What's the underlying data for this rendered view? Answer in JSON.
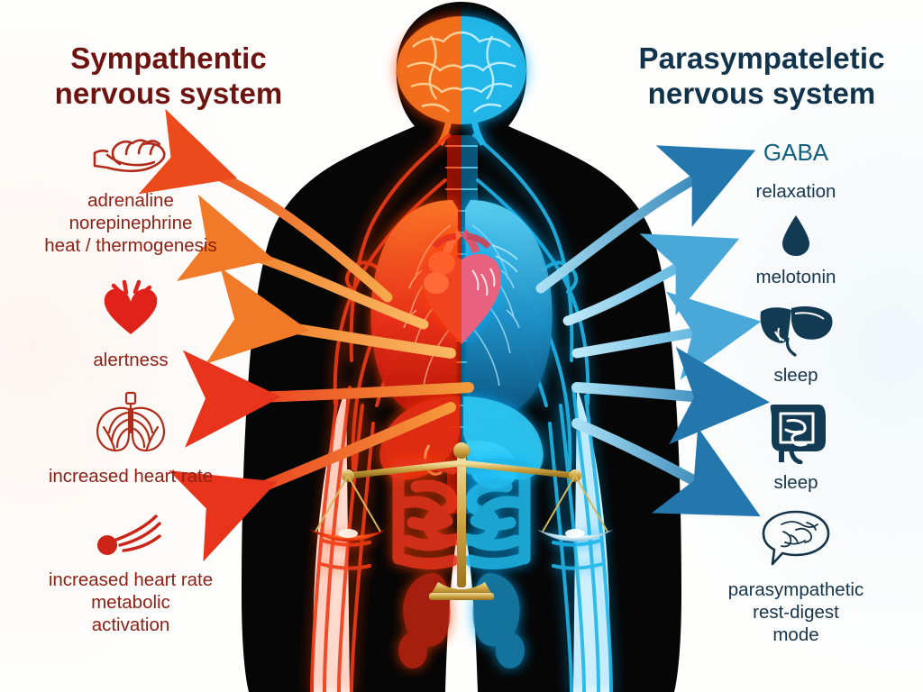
{
  "diagram": {
    "title_left": "Sympathentic\nnervous system",
    "title_left_line1": "Sympathentic",
    "title_left_line2": "nervous system",
    "title_right_line1": "Parasympateletic",
    "title_right_line2": "nervous system",
    "background_color": "#fdfdfc"
  },
  "colors": {
    "sympathetic_text": "#8e2116",
    "sympathetic_title": "#6d1410",
    "sympathetic_arrow_start": "#f59b3c",
    "sympathetic_arrow_end": "#e8341c",
    "parasympathetic_text": "#16344a",
    "parasympathetic_title": "#12334c",
    "parasympathetic_accent": "#14607f",
    "parasympathetic_arrow_start": "#7fd0ef",
    "parasympathetic_arrow_end": "#2477ad",
    "body_silhouette": "#050505",
    "organ_red": "#e5341a",
    "organ_blue": "#1fb6e8",
    "heart_pink": "#e8617e",
    "scale_gold": "#cfa442"
  },
  "left_column": [
    {
      "icon": "hand-fist-icon",
      "icon_color": "#b02b1a",
      "lines": [
        "adrenaline",
        "norepinephrine",
        "heat / thermogenesis"
      ]
    },
    {
      "icon": "heart-icon",
      "icon_color": "#e0231a",
      "lines": [
        "alertness"
      ]
    },
    {
      "icon": "lungs-icon",
      "icon_color": "#b02b1a",
      "lines": [
        "increased heart rate"
      ]
    },
    {
      "icon": "comet-motion-icon",
      "icon_color": "#cc2418",
      "lines": [
        "increased heart rate",
        "metabolic",
        "activation"
      ]
    }
  ],
  "right_column": [
    {
      "icon": null,
      "icon_color": "#14607f",
      "heading": "GABA",
      "lines": [
        "relaxation"
      ]
    },
    {
      "icon": "droplet-icon",
      "icon_color": "#123a52",
      "lines": [
        "melotonin"
      ]
    },
    {
      "icon": "liver-icon",
      "icon_color": "#123a52",
      "lines": [
        "sleep"
      ]
    },
    {
      "icon": "intestines-icon",
      "icon_color": "#123a52",
      "lines": [
        "sleep"
      ]
    },
    {
      "icon": "speech-bubble-digestion-icon",
      "icon_color": "#16344a",
      "lines": [
        "parasympathetic",
        "rest-digest",
        "mode"
      ]
    }
  ],
  "figure": {
    "name": "human-body-split-diagram",
    "left_half_label": "sympathetic (red/orange) half",
    "right_half_label": "parasympathetic (blue/cyan) half",
    "organs": [
      "brain",
      "spinal-column",
      "lungs",
      "heart",
      "liver",
      "stomach",
      "intestines",
      "pelvis",
      "nerve-bundles"
    ],
    "center_icon": "balance-scale-icon"
  },
  "arrows": {
    "left_count": 4,
    "right_count": 5,
    "left_direction": "outward-left",
    "right_direction": "outward-right"
  }
}
